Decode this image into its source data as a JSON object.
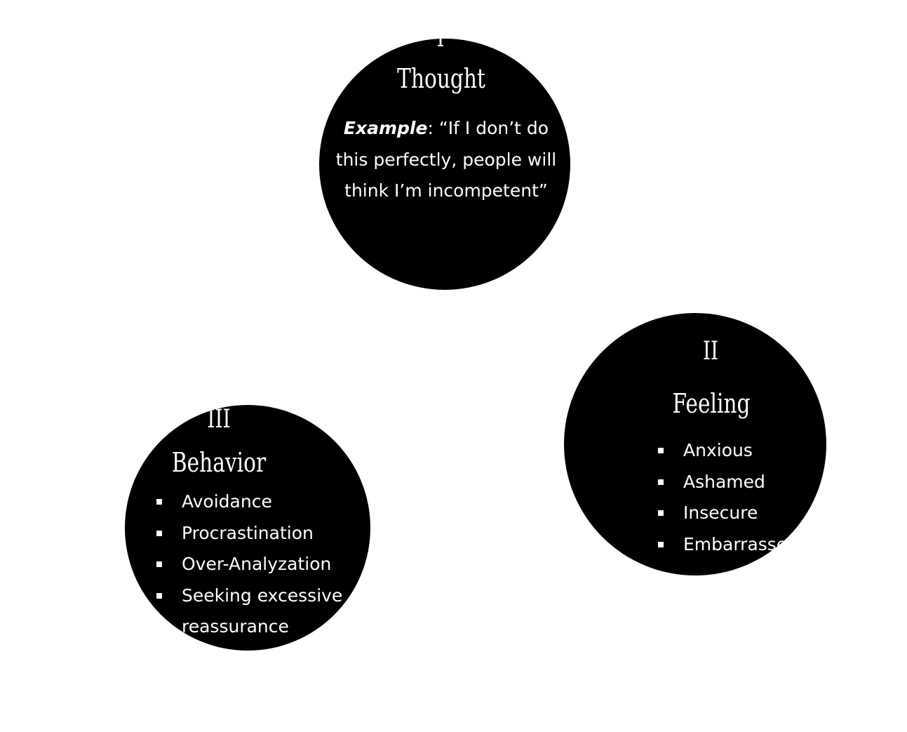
{
  "nodes": [
    {
      "id": "thought",
      "numeral": "I",
      "title": "Thought",
      "example_label": "Example",
      "example_text": ": “If I don’t do this perfectly, people will think I’m incompetent”"
    },
    {
      "id": "feeling",
      "numeral": "II",
      "title": "Feeling",
      "items": [
        "Anxious",
        "Ashamed",
        "Insecure",
        "Embarrassed"
      ]
    },
    {
      "id": "behavior",
      "numeral": "III",
      "title": "Behavior",
      "items": [
        "Avoidance",
        "Procrastination",
        "Over-Analyzation",
        "Seeking excessive reassurance"
      ]
    }
  ],
  "colors": {
    "background": "#ffffff",
    "circle": "#000000",
    "text": "#ffffff"
  }
}
